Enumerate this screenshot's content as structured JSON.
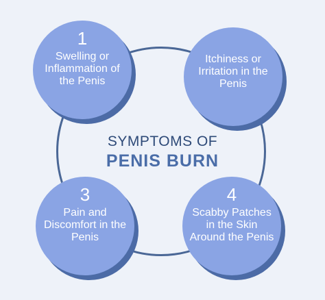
{
  "title": {
    "line1": "SYMPTOMS OF",
    "line2": "PENIS BURN"
  },
  "items": [
    {
      "number": "1",
      "text": "Swelling or Inflammation of the Penis"
    },
    {
      "number": "",
      "text": "Itchiness or Irritation in the Penis"
    },
    {
      "number": "3",
      "text": "Pain and Discomfort in the Penis"
    },
    {
      "number": "4",
      "text": "Scabby Patches in the Skin Around the Penis"
    }
  ],
  "colors": {
    "background": "#eef2f9",
    "circle_fill": "#8aa4e4",
    "circle_shadow": "#4c6ba6",
    "ring": "#4a6796",
    "title_dark": "#2e4a78",
    "title_accent": "#4a6da8"
  }
}
